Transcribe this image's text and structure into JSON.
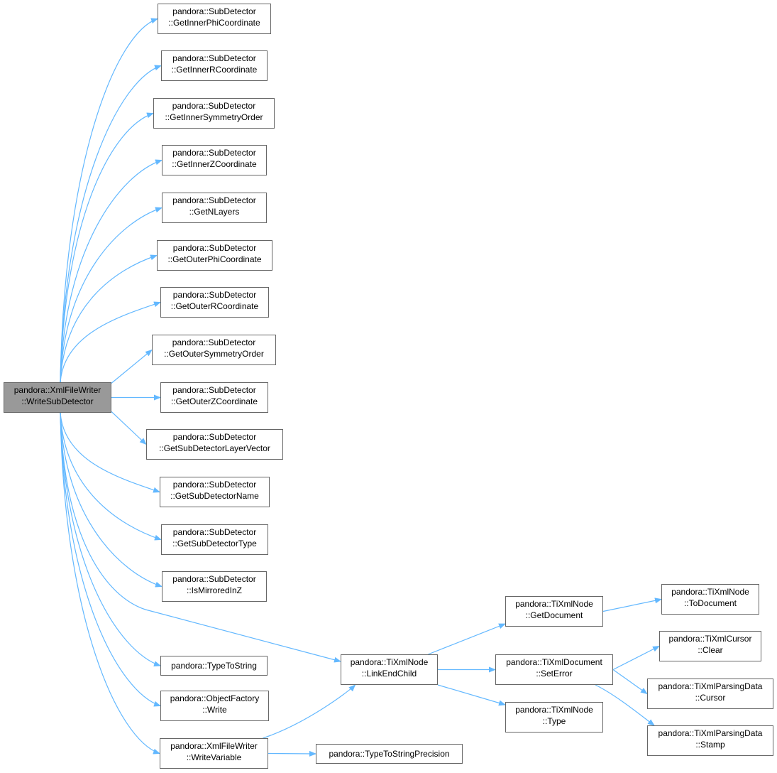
{
  "diagram": {
    "edge_color": "#63b8ff",
    "root": {
      "id": "root",
      "line1": "pandora::XmlFileWriter",
      "line2": "::WriteSubDetector",
      "fill": "#999999"
    },
    "nodes": [
      {
        "id": "n1",
        "line1": "pandora::SubDetector",
        "line2": "::GetInnerPhiCoordinate"
      },
      {
        "id": "n2",
        "line1": "pandora::SubDetector",
        "line2": "::GetInnerRCoordinate"
      },
      {
        "id": "n3",
        "line1": "pandora::SubDetector",
        "line2": "::GetInnerSymmetryOrder"
      },
      {
        "id": "n4",
        "line1": "pandora::SubDetector",
        "line2": "::GetInnerZCoordinate"
      },
      {
        "id": "n5",
        "line1": "pandora::SubDetector",
        "line2": "::GetNLayers"
      },
      {
        "id": "n6",
        "line1": "pandora::SubDetector",
        "line2": "::GetOuterPhiCoordinate"
      },
      {
        "id": "n7",
        "line1": "pandora::SubDetector",
        "line2": "::GetOuterRCoordinate"
      },
      {
        "id": "n8",
        "line1": "pandora::SubDetector",
        "line2": "::GetOuterSymmetryOrder"
      },
      {
        "id": "n9",
        "line1": "pandora::SubDetector",
        "line2": "::GetOuterZCoordinate"
      },
      {
        "id": "n10",
        "line1": "pandora::SubDetector",
        "line2": "::GetSubDetectorLayerVector"
      },
      {
        "id": "n11",
        "line1": "pandora::SubDetector",
        "line2": "::GetSubDetectorName"
      },
      {
        "id": "n12",
        "line1": "pandora::SubDetector",
        "line2": "::GetSubDetectorType"
      },
      {
        "id": "n13",
        "line1": "pandora::SubDetector",
        "line2": "::IsMirroredInZ"
      },
      {
        "id": "n14",
        "line1": "pandora::TypeToString",
        "line2": ""
      },
      {
        "id": "n15",
        "line1": "pandora::ObjectFactory",
        "line2": "::Write"
      },
      {
        "id": "n16",
        "line1": "pandora::XmlFileWriter",
        "line2": "::WriteVariable"
      },
      {
        "id": "n17",
        "line1": "pandora::TiXmlNode",
        "line2": "::LinkEndChild"
      },
      {
        "id": "n18",
        "line1": "pandora::TypeToStringPrecision",
        "line2": ""
      },
      {
        "id": "n19",
        "line1": "pandora::TiXmlNode",
        "line2": "::GetDocument"
      },
      {
        "id": "n20",
        "line1": "pandora::TiXmlDocument",
        "line2": "::SetError"
      },
      {
        "id": "n21",
        "line1": "pandora::TiXmlNode",
        "line2": "::Type"
      },
      {
        "id": "n22",
        "line1": "pandora::TiXmlNode",
        "line2": "::ToDocument"
      },
      {
        "id": "n23",
        "line1": "pandora::TiXmlCursor",
        "line2": "::Clear"
      },
      {
        "id": "n24",
        "line1": "pandora::TiXmlParsingData",
        "line2": "::Cursor"
      },
      {
        "id": "n25",
        "line1": "pandora::TiXmlParsingData",
        "line2": "::Stamp"
      }
    ],
    "edges": [
      [
        "root",
        "n1"
      ],
      [
        "root",
        "n2"
      ],
      [
        "root",
        "n3"
      ],
      [
        "root",
        "n4"
      ],
      [
        "root",
        "n5"
      ],
      [
        "root",
        "n6"
      ],
      [
        "root",
        "n7"
      ],
      [
        "root",
        "n8"
      ],
      [
        "root",
        "n9"
      ],
      [
        "root",
        "n10"
      ],
      [
        "root",
        "n11"
      ],
      [
        "root",
        "n12"
      ],
      [
        "root",
        "n13"
      ],
      [
        "root",
        "n17"
      ],
      [
        "root",
        "n14"
      ],
      [
        "root",
        "n15"
      ],
      [
        "root",
        "n16"
      ],
      [
        "n16",
        "n17"
      ],
      [
        "n16",
        "n18"
      ],
      [
        "n17",
        "n19"
      ],
      [
        "n17",
        "n20"
      ],
      [
        "n17",
        "n21"
      ],
      [
        "n19",
        "n22"
      ],
      [
        "n20",
        "n23"
      ],
      [
        "n20",
        "n24"
      ],
      [
        "n20",
        "n25"
      ]
    ]
  }
}
